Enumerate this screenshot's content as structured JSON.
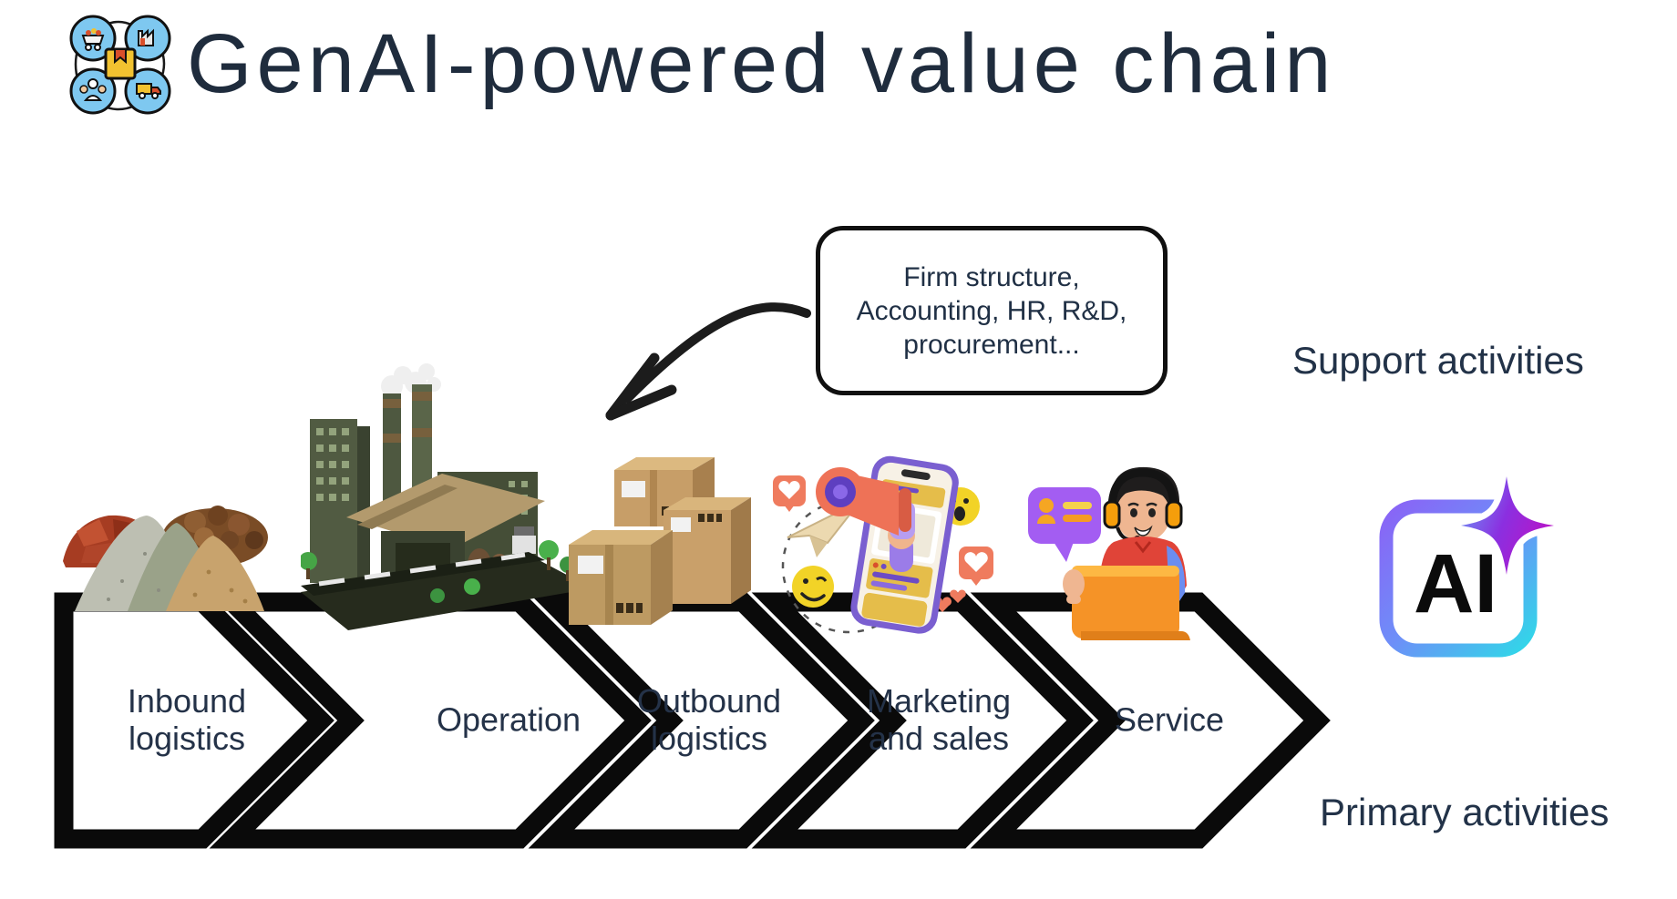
{
  "title": {
    "text": "GenAI-powered value chain"
  },
  "title_icon": {
    "name": "value-chain-cycle-icon"
  },
  "callout": {
    "lines": [
      "Firm structure,",
      "Accounting, HR, R&D,",
      "procurement..."
    ]
  },
  "side_labels": {
    "support": "Support activities",
    "primary": "Primary activities"
  },
  "chain": {
    "steps": [
      {
        "name": "inbound-logistics",
        "lines": [
          "Inbound",
          "logistics"
        ],
        "illustration": "raw-materials-3d"
      },
      {
        "name": "operation",
        "lines": [
          "Operation"
        ],
        "illustration": "factory-3d"
      },
      {
        "name": "outbound-logistics",
        "lines": [
          "Outbound",
          "logistics"
        ],
        "illustration": "cardboard-boxes-3d"
      },
      {
        "name": "marketing-and-sales",
        "lines": [
          "Marketing",
          "and sales"
        ],
        "illustration": "social-marketing-3d"
      },
      {
        "name": "service",
        "lines": [
          "Service"
        ],
        "illustration": "support-agent-3d"
      }
    ]
  },
  "ai_badge": {
    "text": "AI"
  },
  "colors": {
    "text": "#203045",
    "outline": "#0c0c0c",
    "badge_purple": "#8b5cf6",
    "badge_blue": "#5b8df5",
    "badge_cyan": "#2fd9e8",
    "badge_magenta": "#b517c9",
    "callout_border": "#101010"
  }
}
